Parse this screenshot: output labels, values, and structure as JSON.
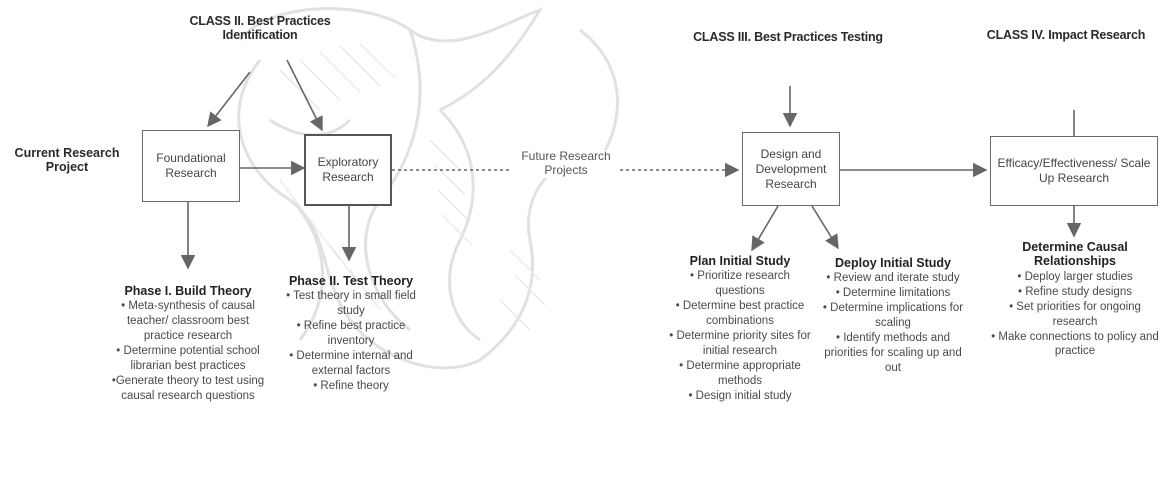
{
  "class_headers": {
    "class2": "CLASS II. Best Practices Identification",
    "class3": "CLASS III. Best Practices Testing",
    "class4": "CLASS IV. Impact Research"
  },
  "current_project": "Current Research Project",
  "boxes": {
    "foundational": "Foundational Research",
    "exploratory": "Exploratory Research",
    "design": "Design and Development Research",
    "efficacy": "Efficacy/Effectiveness/ Scale Up Research"
  },
  "future_projects": "Future Research Projects",
  "phases": {
    "phase1": {
      "title": "Phase I. Build Theory",
      "items": [
        "• Meta-synthesis of causal teacher/ classroom best practice research",
        "• Determine potential school librarian best practices",
        "•Generate theory to test using causal research questions"
      ]
    },
    "phase2": {
      "title": "Phase II. Test Theory",
      "items": [
        "• Test theory in small field study",
        "• Refine best practice inventory",
        "• Determine internal and external factors",
        "• Refine theory"
      ]
    },
    "plan": {
      "title": "Plan Initial Study",
      "items": [
        "• Prioritize research questions",
        "• Determine best practice combinations",
        "• Determine priority sites for initial research",
        "• Determine appropriate methods",
        "• Design initial study"
      ]
    },
    "deploy": {
      "title": "Deploy Initial Study",
      "items": [
        "• Review and iterate study",
        "• Determine limitations",
        "• Determine implications for scaling",
        "• Identify methods and priorities for scaling up and out"
      ]
    },
    "causal": {
      "title": "Determine Causal Relationships",
      "items": [
        "• Deploy larger studies",
        "• Refine study designs",
        "• Set priorities for ongoing research",
        "• Make connections to policy and practice"
      ]
    }
  }
}
